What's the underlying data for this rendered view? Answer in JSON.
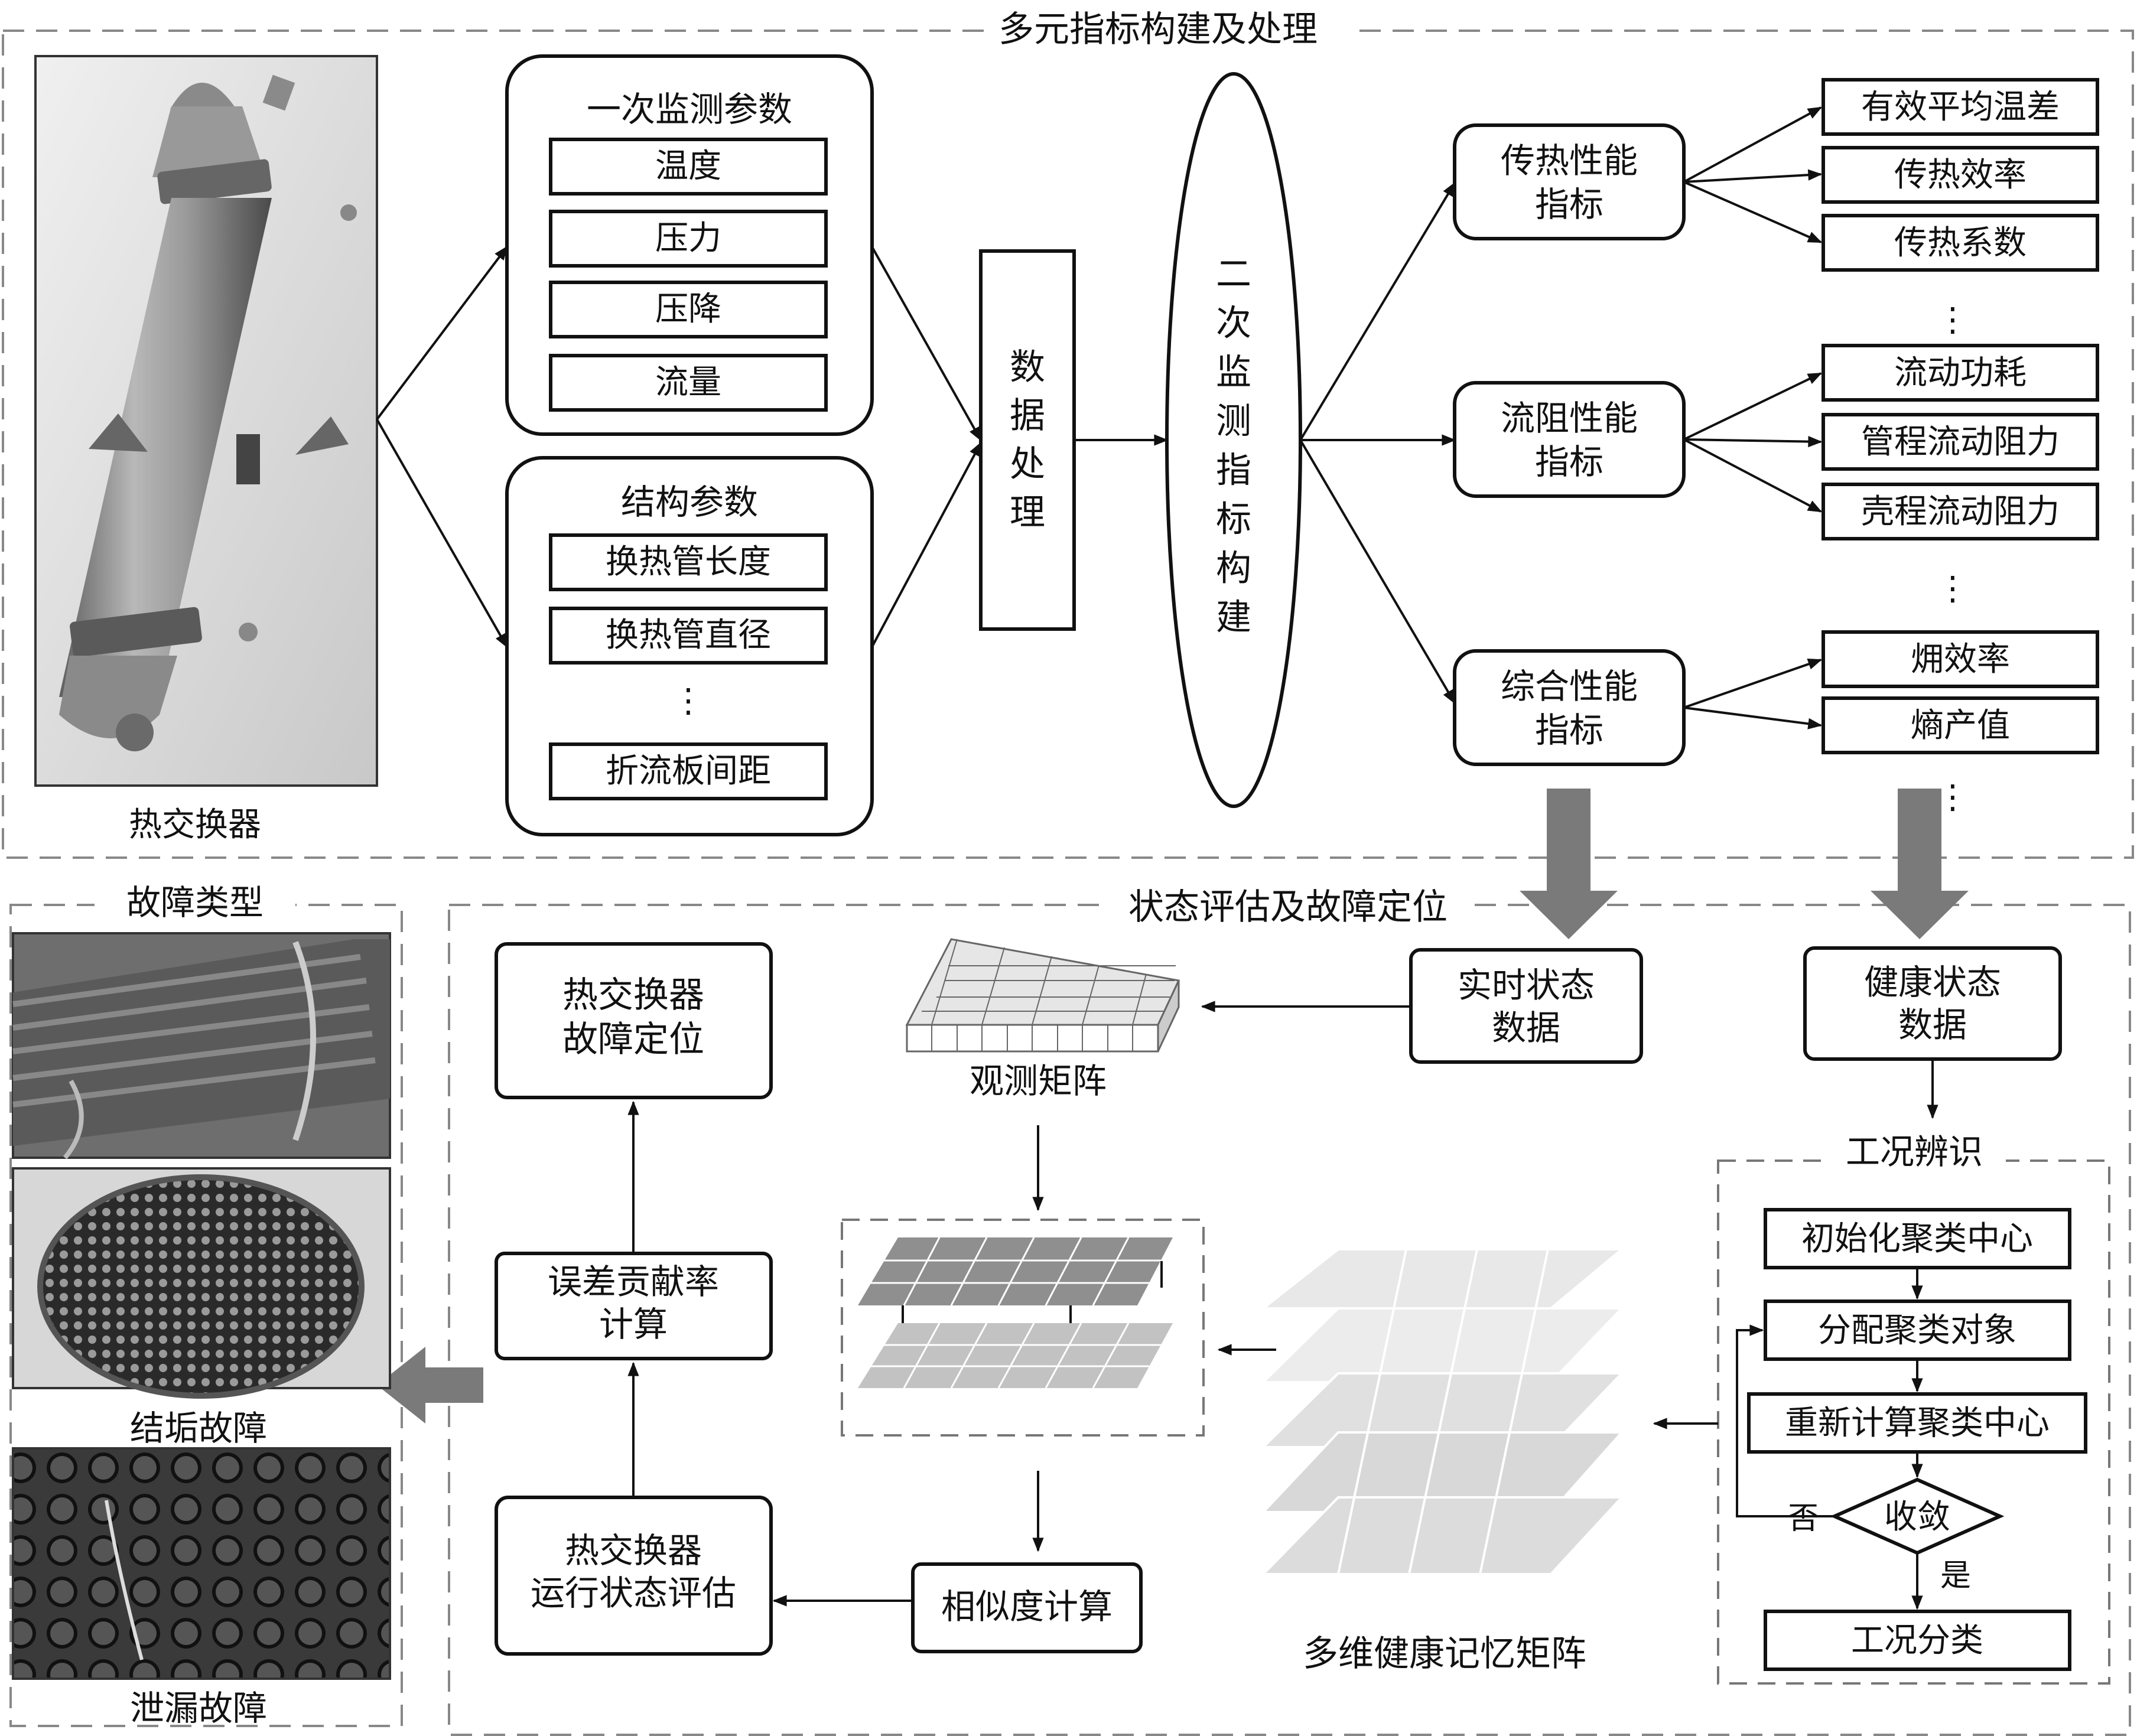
{
  "top_section": {
    "title": "多元指标构建及处理",
    "exchanger_label": "热交换器",
    "primary": {
      "title": "一次监测参数",
      "items": [
        "温度",
        "压力",
        "压降",
        "流量"
      ]
    },
    "structure": {
      "title": "结构参数",
      "items": [
        "换热管长度",
        "换热管直径",
        "折流板间距"
      ],
      "ellipsis": "⋮"
    },
    "data_processing": "数据处理",
    "secondary": "二次监测指标构建",
    "groups": [
      {
        "label_line1": "传热性能",
        "label_line2": "指标",
        "items": [
          "有效平均温差",
          "传热效率",
          "传热系数"
        ]
      },
      {
        "label_line1": "流阻性能",
        "label_line2": "指标",
        "items": [
          "流动功耗",
          "管程流动阻力",
          "壳程流动阻力"
        ]
      },
      {
        "label_line1": "综合性能",
        "label_line2": "指标",
        "items": [
          "㶲效率",
          "熵产值"
        ]
      }
    ],
    "vdots": "⋮"
  },
  "fault_types": {
    "title": "故障类型",
    "items": [
      "结垢故障",
      "泄漏故障"
    ]
  },
  "bottom_section": {
    "title": "状态评估及故障定位",
    "realtime_line1": "实时状态",
    "realtime_line2": "数据",
    "health_line1": "健康状态",
    "health_line2": "数据",
    "observation_matrix": "观测矩阵",
    "fault_loc_line1": "热交换器",
    "fault_loc_line2": "故障定位",
    "error_line1": "误差贡献率",
    "error_line2": "计算",
    "assess_line1": "热交换器",
    "assess_line2": "运行状态评估",
    "similarity": "相似度计算",
    "memory_matrix": "多维健康记忆矩阵",
    "condition": {
      "title": "工况辨识",
      "steps": [
        "初始化聚类中心",
        "分配聚类对象",
        "重新计算聚类中心"
      ],
      "decision": "收敛",
      "no": "否",
      "yes": "是",
      "final": "工况分类"
    }
  },
  "colors": {
    "line": "#111111",
    "dashed_frame": "#888888",
    "fat_arrow": "#7a7a7a",
    "grid_fill": "#d4d4d4"
  }
}
